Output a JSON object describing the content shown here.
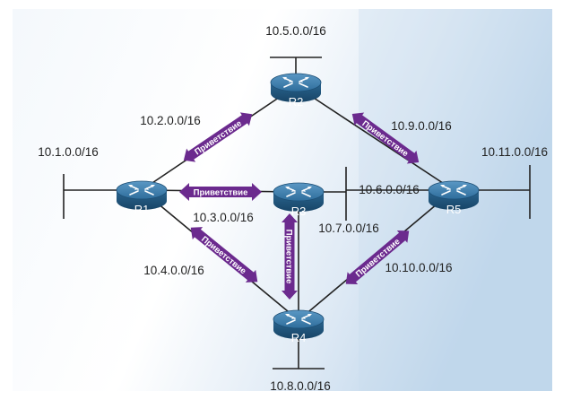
{
  "colors": {
    "background_light": "#eef5fb",
    "background_blue": "#c8ddef",
    "router_fill": "#2f6e9c",
    "router_dark": "#1d4f75",
    "hello_arrow": "#6b2a8e",
    "link": "#222222"
  },
  "icons": {
    "router": "router-icon"
  },
  "routers": {
    "r1": {
      "name": "R1"
    },
    "r2": {
      "name": "R2"
    },
    "r3": {
      "name": "R3"
    },
    "r4": {
      "name": "R4"
    },
    "r5": {
      "name": "R5"
    }
  },
  "networks": {
    "n10_1": "10.1.0.0/16",
    "n10_2": "10.2.0.0/16",
    "n10_3": "10.3.0.0/16",
    "n10_4": "10.4.0.0/16",
    "n10_5": "10.5.0.0/16",
    "n10_6": "10.6.0.0/16",
    "n10_7": "10.7.0.0/16",
    "n10_8": "10.8.0.0/16",
    "n10_9": "10.9.0.0/16",
    "n10_10": "10.10.0.0/16",
    "n10_11": "10.11.0.0/16"
  },
  "hello_arrows": {
    "r1_r2": "Приветствие",
    "r1_r3": "Приветствие",
    "r1_r4": "Приветствие",
    "r3_r4": "Приветствие",
    "r2_r5": "Приветствие",
    "r5_r4": "Приветствие"
  }
}
